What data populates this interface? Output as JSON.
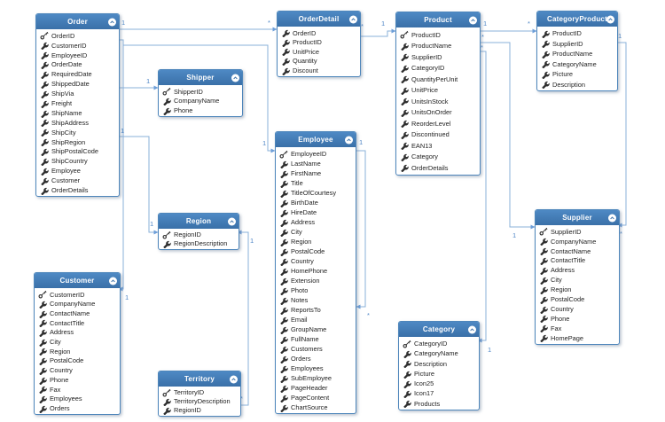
{
  "diagram": {
    "tables": [
      {
        "id": "order",
        "title": "Order",
        "key_fields": [
          "OrderID"
        ],
        "fields": [
          "OrderID",
          "CustomerID",
          "EmployeeID",
          "OrderDate",
          "RequiredDate",
          "ShippedDate",
          "ShipVia",
          "Freight",
          "ShipName",
          "ShipAddress",
          "ShipCity",
          "ShipRegion",
          "ShipPostalCode",
          "ShipCountry",
          "Employee",
          "Customer",
          "OrderDetails"
        ]
      },
      {
        "id": "shipper",
        "title": "Shipper",
        "key_fields": [
          "ShipperID"
        ],
        "fields": [
          "ShipperID",
          "CompanyName",
          "Phone"
        ]
      },
      {
        "id": "orderdetail",
        "title": "OrderDetail",
        "key_fields": [],
        "fields": [
          "OrderID",
          "ProductID",
          "UnitPrice",
          "Quantity",
          "Discount"
        ]
      },
      {
        "id": "product",
        "title": "Product",
        "key_fields": [
          "ProductID"
        ],
        "fields": [
          "ProductID",
          "ProductName",
          "SupplierID",
          "CategoryID",
          "QuantityPerUnit",
          "UnitPrice",
          "UnitsInStock",
          "UnitsOnOrder",
          "ReorderLevel",
          "Discontinued",
          "EAN13",
          "Category",
          "OrderDetails"
        ]
      },
      {
        "id": "categoryproduct",
        "title": "CategoryProduct",
        "key_fields": [],
        "fields": [
          "ProductID",
          "SupplierID",
          "ProductName",
          "CategoryName",
          "Picture",
          "Description"
        ]
      },
      {
        "id": "employee",
        "title": "Employee",
        "key_fields": [
          "EmployeeID"
        ],
        "fields": [
          "EmployeeID",
          "LastName",
          "FirstName",
          "Title",
          "TitleOfCourtesy",
          "BirthDate",
          "HireDate",
          "Address",
          "City",
          "Region",
          "PostalCode",
          "Country",
          "HomePhone",
          "Extension",
          "Photo",
          "Notes",
          "ReportsTo",
          "Email",
          "GroupName",
          "FullName",
          "Customers",
          "Orders",
          "Employees",
          "SubEmployee",
          "PageHeader",
          "PageContent",
          "ChartSource"
        ]
      },
      {
        "id": "region",
        "title": "Region",
        "key_fields": [
          "RegionID"
        ],
        "fields": [
          "RegionID",
          "RegionDescription"
        ]
      },
      {
        "id": "customer",
        "title": "Customer",
        "key_fields": [
          "CustomerID"
        ],
        "fields": [
          "CustomerID",
          "CompanyName",
          "ContactName",
          "ContactTitle",
          "Address",
          "City",
          "Region",
          "PostalCode",
          "Country",
          "Phone",
          "Fax",
          "Employees",
          "Orders"
        ]
      },
      {
        "id": "territory",
        "title": "Territory",
        "key_fields": [
          "TerritoryID"
        ],
        "fields": [
          "TerritoryID",
          "TerritoryDescription",
          "RegionID"
        ]
      },
      {
        "id": "category",
        "title": "Category",
        "key_fields": [
          "CategoryID"
        ],
        "fields": [
          "CategoryID",
          "CategoryName",
          "Description",
          "Picture",
          "Icon25",
          "Icon17",
          "Products"
        ]
      },
      {
        "id": "supplier",
        "title": "Supplier",
        "key_fields": [
          "SupplierID"
        ],
        "fields": [
          "SupplierID",
          "CompanyName",
          "ContactName",
          "ContactTitle",
          "Address",
          "City",
          "Region",
          "PostalCode",
          "Country",
          "Phone",
          "Fax",
          "HomePage"
        ]
      }
    ],
    "connectors": [
      {
        "from": "order",
        "to": "orderdetail",
        "from_card": "1",
        "to_card": "*"
      },
      {
        "from": "order",
        "to": "employee",
        "from_card": "*",
        "to_card": "1"
      },
      {
        "from": "order",
        "to": "shipper",
        "from_card": "*",
        "to_card": "1"
      },
      {
        "from": "order",
        "to": "customer",
        "from_card": "",
        "to_card": "1"
      },
      {
        "from": "order",
        "to": "region",
        "from_card": "1",
        "to_card": "1"
      },
      {
        "from": "orderdetail",
        "to": "product",
        "from_card": "*",
        "to_card": "1"
      },
      {
        "from": "product",
        "to": "categoryproduct",
        "from_card": "1",
        "to_card": "*"
      },
      {
        "from": "product",
        "to": "supplier",
        "from_card": "*",
        "to_card": "1"
      },
      {
        "from": "product",
        "to": "category",
        "from_card": "*",
        "to_card": "1"
      },
      {
        "from": "employee",
        "to": "employee",
        "from_card": "1",
        "to_card": "*"
      },
      {
        "from": "territory",
        "to": "region",
        "from_card": "*",
        "to_card": "1"
      },
      {
        "from": "categoryproduct",
        "to": "supplier",
        "from_card": "1",
        "to_card": "*"
      }
    ],
    "icons": {
      "primary_key": "key-icon",
      "field": "wrench-icon",
      "collapse": "chevron-up-icon"
    },
    "colors": {
      "header_top": "#4e89c4",
      "header_bottom": "#3a70a8",
      "table_border": "#4e86bb",
      "connector": "#8ab0d9",
      "cardinality_text": "#4f86c6",
      "field_text": "#1f1f1f",
      "header_text": "#ffffff"
    }
  }
}
